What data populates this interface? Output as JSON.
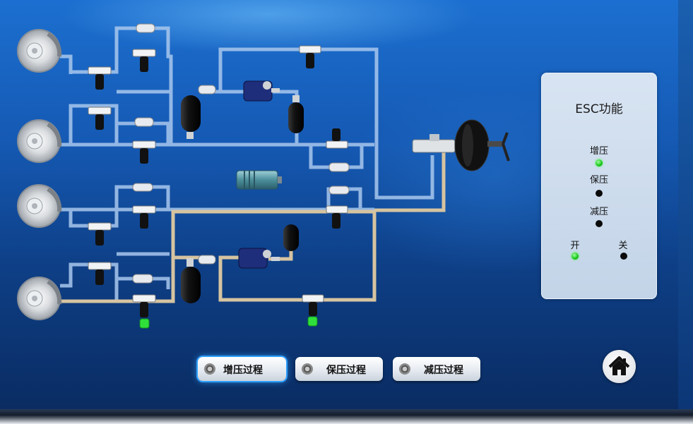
{
  "panel": {
    "title": "ESC功能",
    "items": [
      {
        "label": "增压",
        "state": "on"
      },
      {
        "label": "保压",
        "state": "off"
      },
      {
        "label": "减压",
        "state": "off"
      }
    ],
    "switch": {
      "on_label": "开",
      "off_label": "关",
      "on_state": "on",
      "off_state": "off"
    }
  },
  "buttons": [
    {
      "label": "增压过程",
      "active": true
    },
    {
      "label": "保压过程",
      "active": false
    },
    {
      "label": "减压过程",
      "active": false
    }
  ],
  "colors": {
    "active_indicator": "#18c418",
    "inactive_indicator": "#0b0b0b",
    "pipe_blue": "#a9c8ee",
    "pipe_tan": "#d6c4a0",
    "valve_green": "#2fe03a"
  },
  "icons": [
    "home-icon",
    "gear-icon",
    "brake-disc-icon",
    "solenoid-valve-icon",
    "accumulator-icon",
    "pump-motor-icon",
    "brake-booster-icon"
  ]
}
